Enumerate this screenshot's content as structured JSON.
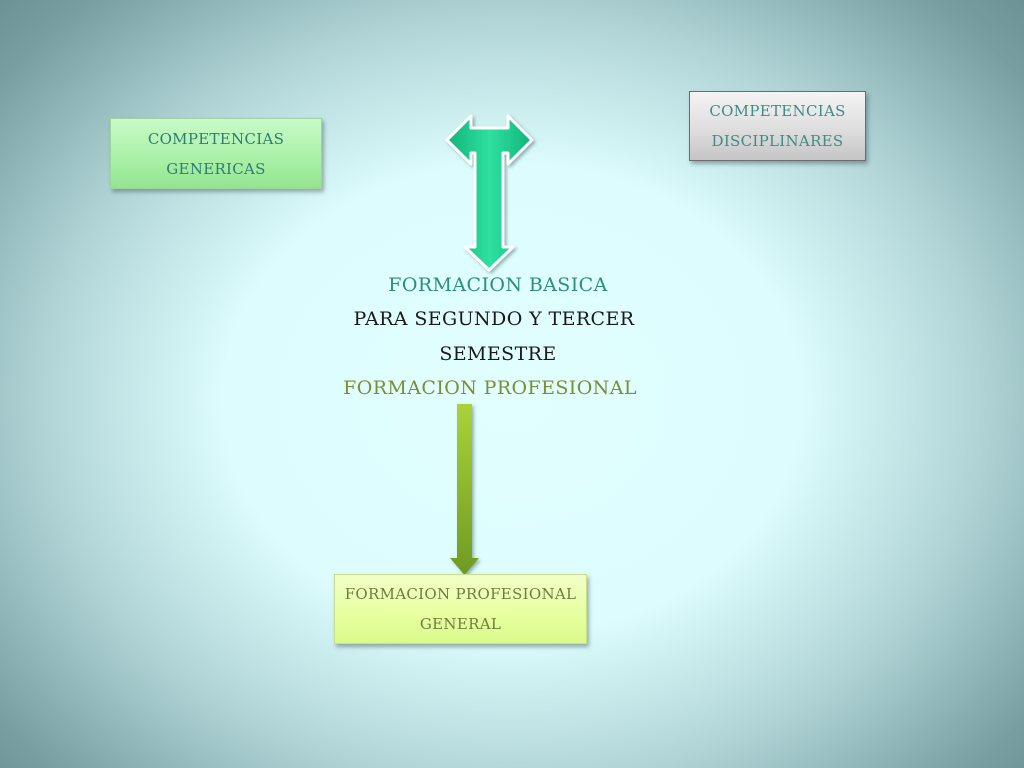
{
  "boxes": {
    "genericas": {
      "line1": "COMPETENCIAS",
      "line2": "GENERICAS"
    },
    "disciplinares": {
      "line1": "COMPETENCIAS",
      "line2": "DISCIPLINARES"
    },
    "profesional_general": {
      "line1": "FORMACION PROFESIONAL",
      "line2": "GENERAL"
    }
  },
  "center": {
    "basica": "FORMACION BASICA",
    "para": "PARA SEGUNDO Y TERCER",
    "semestre": "SEMESTRE",
    "profesional": "FORMACION PROFESIONAL"
  },
  "colors": {
    "t_arrow": "#1fcf8e",
    "down_arrow": "#8fbf2a",
    "box_genericas": "#a8f0a6",
    "box_disciplinares": "#dedede",
    "box_general": "#e6ff9e"
  },
  "icons": {
    "top_arrow": "t-shaped-three-way-arrow-icon",
    "bottom_arrow": "down-arrow-icon"
  }
}
